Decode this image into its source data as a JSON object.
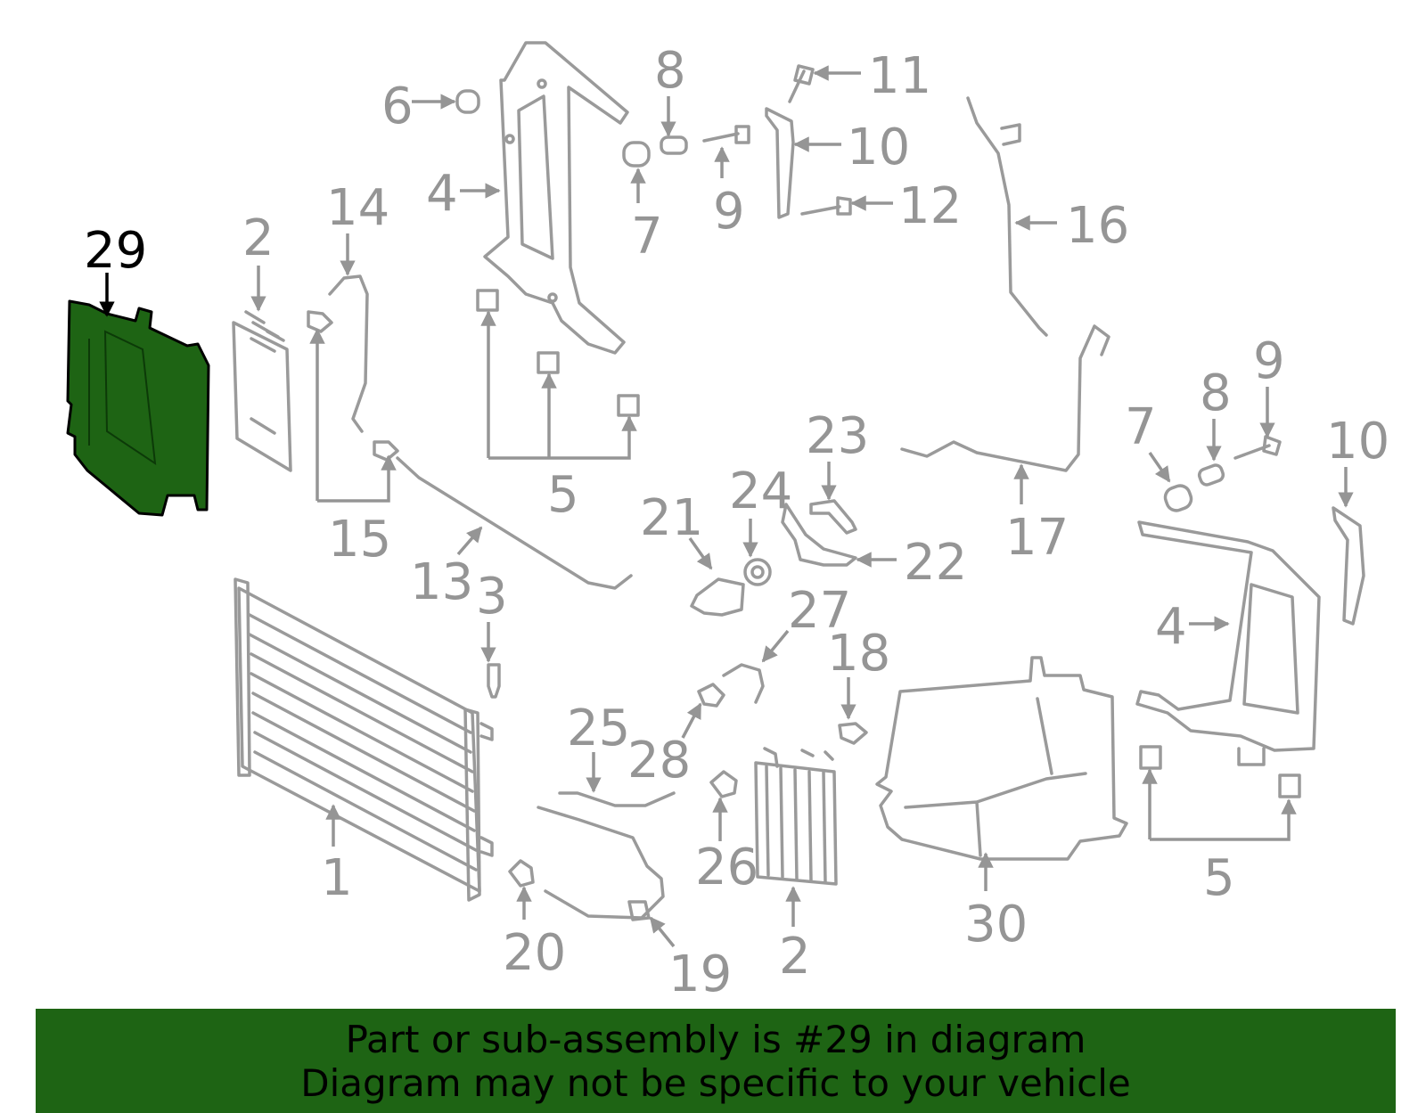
{
  "diagram": {
    "highlight_color": "#1e6414",
    "line_color": "#9a9a9a",
    "callouts": {
      "c1": "1",
      "c2a": "2",
      "c2b": "2",
      "c3": "3",
      "c4a": "4",
      "c4b": "4",
      "c5a": "5",
      "c5b": "5",
      "c6": "6",
      "c7a": "7",
      "c7b": "7",
      "c8a": "8",
      "c8b": "8",
      "c9a": "9",
      "c9b": "9",
      "c10a": "10",
      "c10b": "10",
      "c11": "11",
      "c12": "12",
      "c13": "13",
      "c14": "14",
      "c15": "15",
      "c16": "16",
      "c17": "17",
      "c18": "18",
      "c19": "19",
      "c20": "20",
      "c21": "21",
      "c22": "22",
      "c23": "23",
      "c24": "24",
      "c25": "25",
      "c26": "26",
      "c27": "27",
      "c28": "28",
      "c29": "29",
      "c30": "30"
    },
    "highlighted_part": "29"
  },
  "banner": {
    "line1": "Part or sub-assembly is #29 in diagram",
    "line2": "Diagram may not be specific to your vehicle"
  }
}
